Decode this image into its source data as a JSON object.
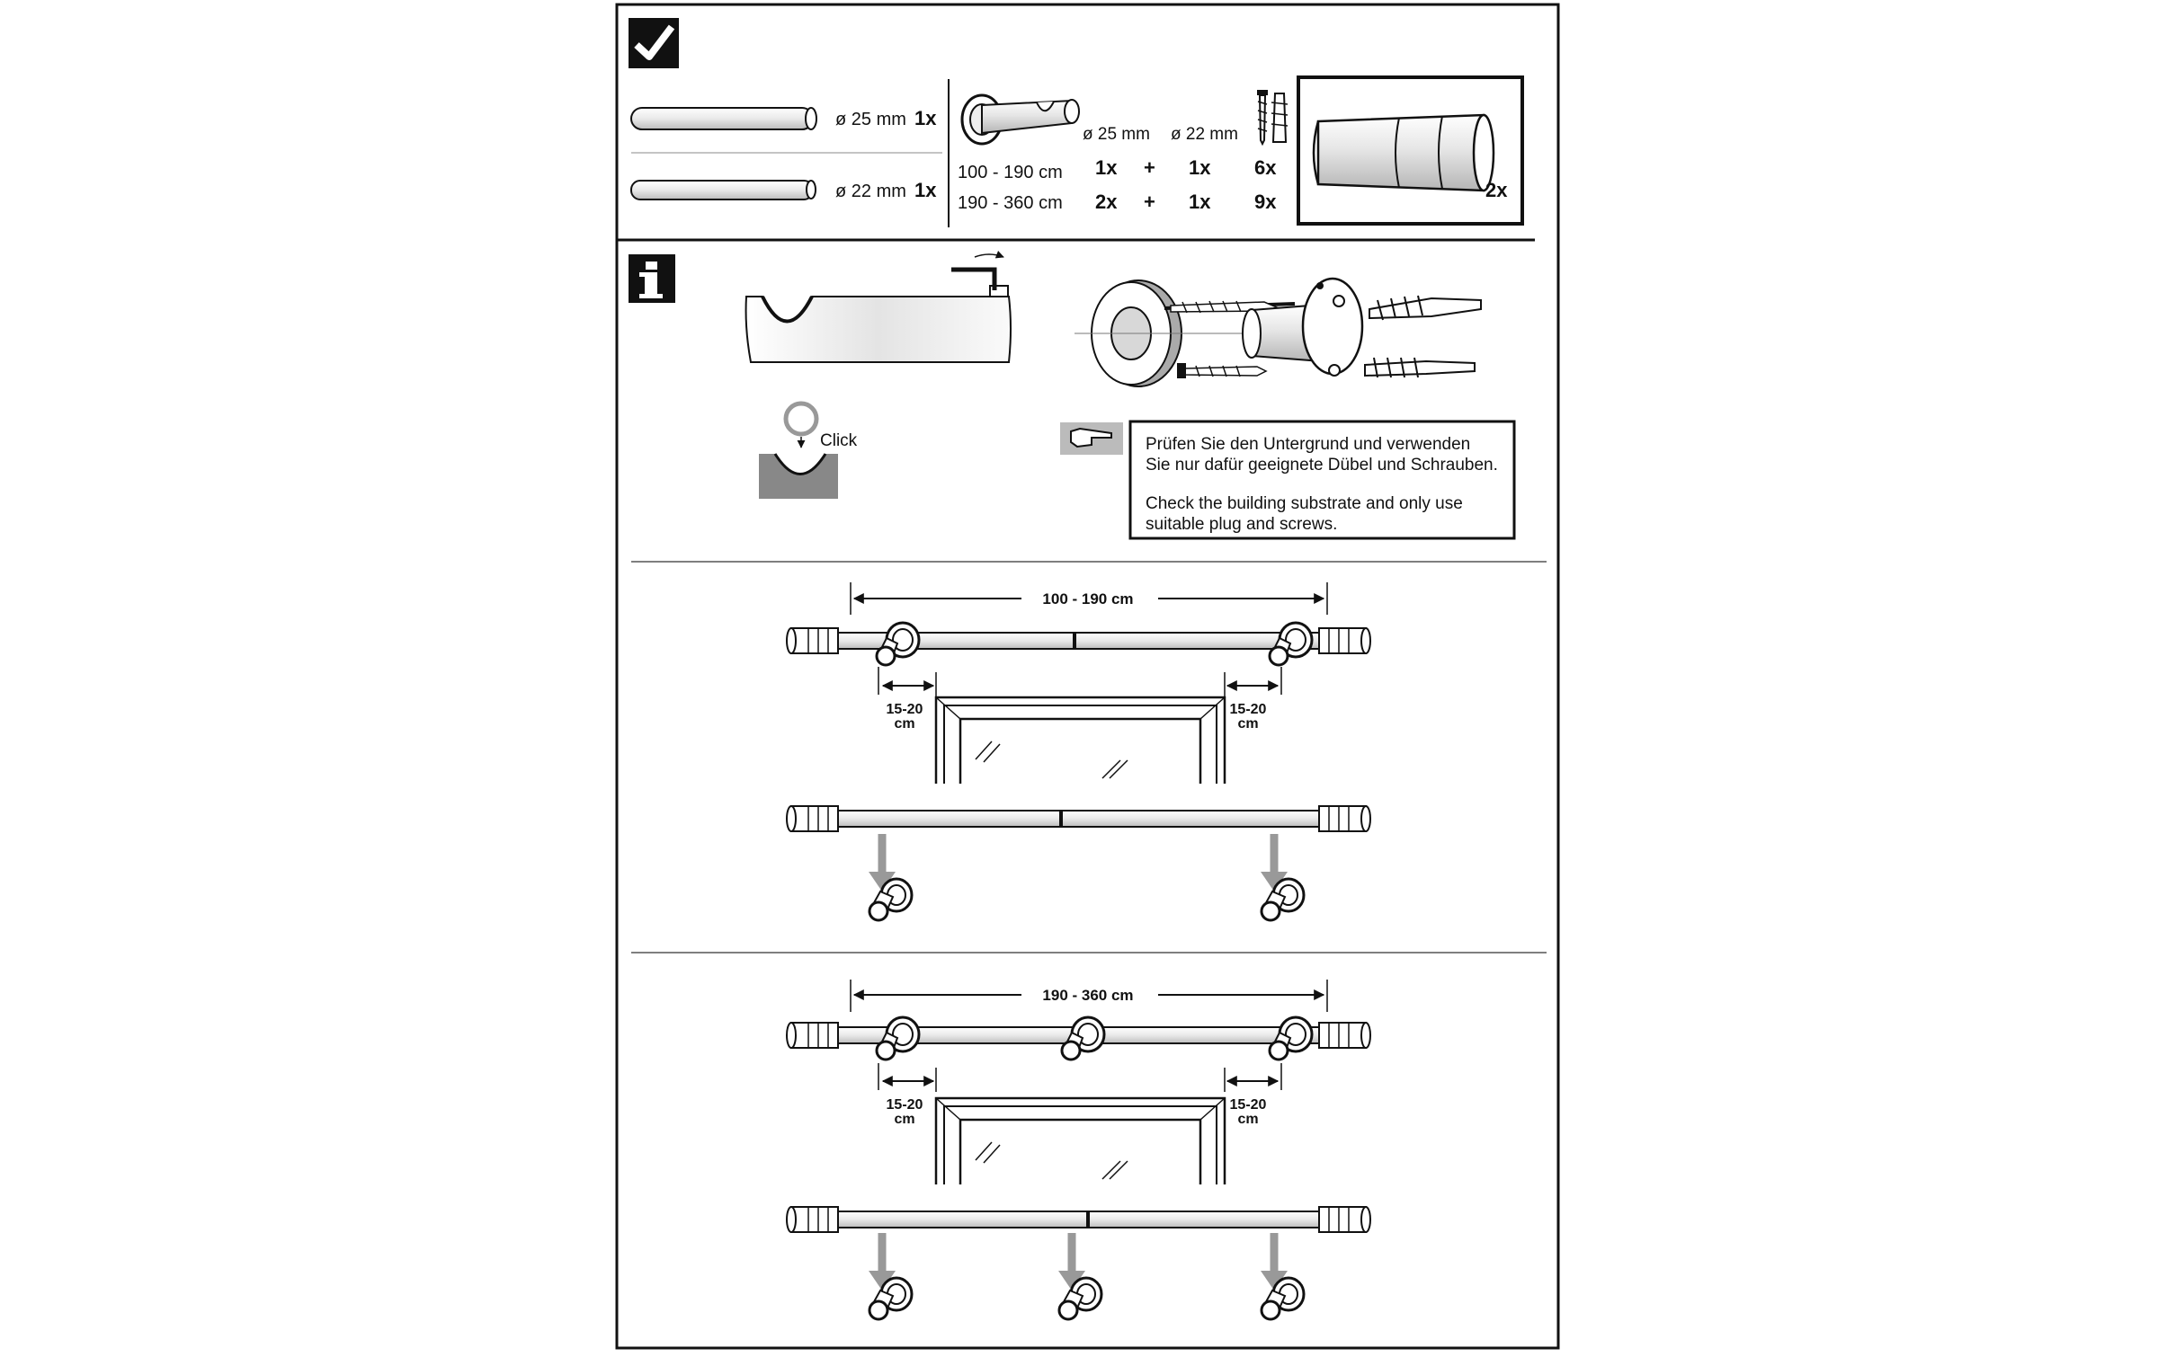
{
  "parts": {
    "rod_25": {
      "dia": "ø 25 mm",
      "qty": "1x"
    },
    "rod_22": {
      "dia": "ø 22 mm",
      "qty": "1x"
    },
    "bracket": {
      "col_25": "ø 25 mm",
      "col_22": "ø 22 mm",
      "rows": [
        {
          "range": "100 - 190 cm",
          "q25": "1x",
          "plus": "+",
          "q22": "1x",
          "screws": "6x"
        },
        {
          "range": "190 - 360 cm",
          "q25": "2x",
          "plus": "+",
          "q22": "1x",
          "screws": "9x"
        }
      ]
    },
    "finial_qty": "2x"
  },
  "info": {
    "click_label": "Click",
    "note_de_1": "Prüfen Sie den Untergrund und verwenden",
    "note_de_2": "Sie nur dafür geeignete Dübel und Schrauben.",
    "note_en_1": "Check the building substrate and only use",
    "note_en_2": "suitable plug and screws."
  },
  "install_short": {
    "width": "100 - 190 cm",
    "offset_a": "15-20",
    "offset_b": "cm"
  },
  "install_long": {
    "width": "190 - 360 cm",
    "offset_a": "15-20",
    "offset_b": "cm"
  },
  "icons": [
    "check-icon",
    "info-icon",
    "pointing-hand-icon"
  ]
}
